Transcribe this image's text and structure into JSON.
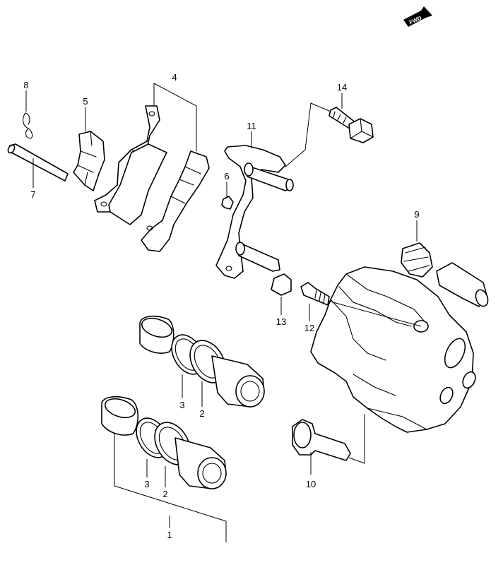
{
  "fwd_label": "FWD",
  "callouts": [
    "1",
    "2",
    "2",
    "3",
    "3",
    "4",
    "5",
    "6",
    "7",
    "8",
    "9",
    "10",
    "11",
    "12",
    "13",
    "14"
  ]
}
